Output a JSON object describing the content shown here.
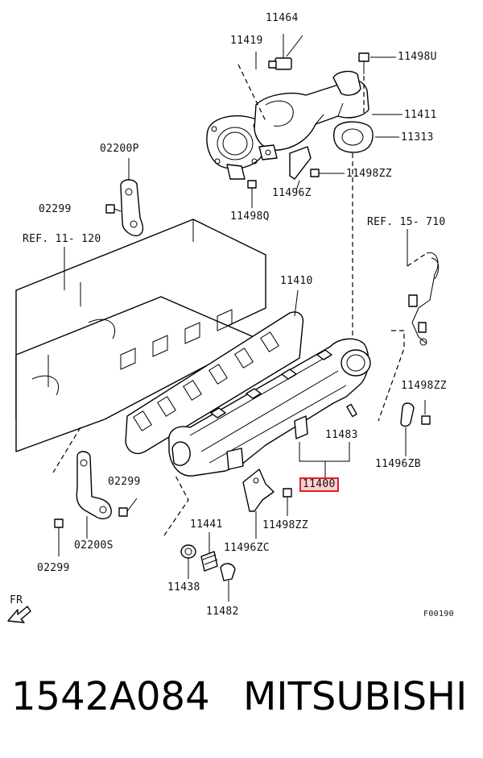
{
  "diagram": {
    "labels": {
      "p11464": "11464",
      "p11419": "11419",
      "p11498U": "11498U",
      "p11411": "11411",
      "p11313": "11313",
      "p02200P": "02200P",
      "p02299a": "02299",
      "p11498ZZa": "11498ZZ",
      "p11496Z": "11496Z",
      "p11498Q": "11498Q",
      "ref11120": "REF. 11- 120",
      "ref15710": "REF. 15- 710",
      "p11410": "11410",
      "p11498ZZb": "11498ZZ",
      "p11483": "11483",
      "p11496ZB": "11496ZB",
      "p11400": "11400",
      "p02299b": "02299",
      "p11498ZZc": "11498ZZ",
      "p11441": "11441",
      "p11496ZC": "11496ZC",
      "p02200S": "02200S",
      "p02299c": "02299",
      "p11438": "11438",
      "p11482": "11482",
      "fr": "FR",
      "figcode": "F00190"
    },
    "highlight_color": "#e0202a"
  },
  "caption": {
    "part_number": "1542A084",
    "brand": "MITSUBISHI"
  }
}
